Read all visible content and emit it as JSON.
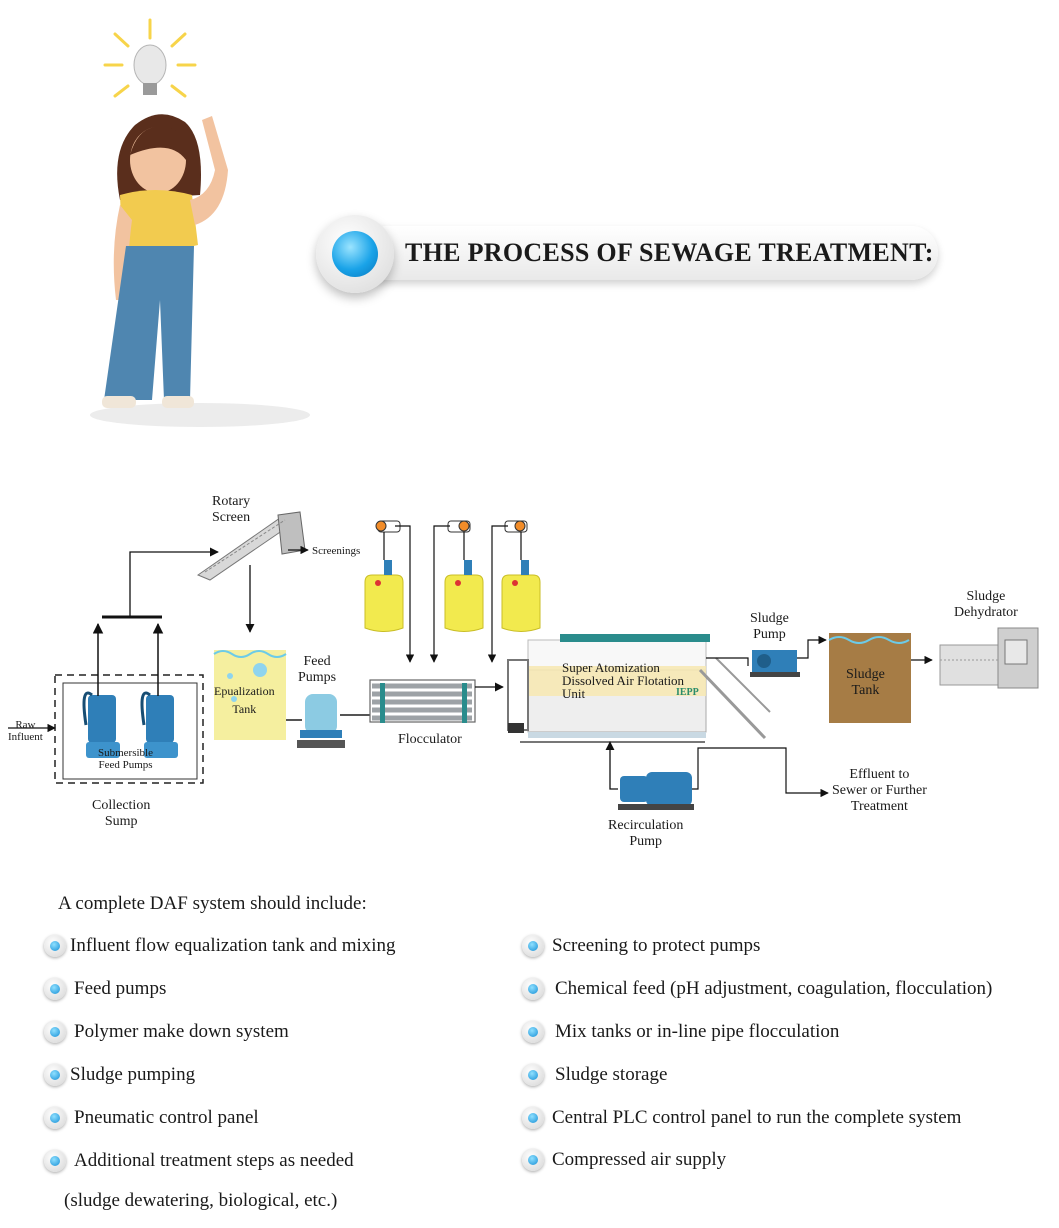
{
  "banner": {
    "title": "THE PROCESS OF SEWAGE TREATMENT:"
  },
  "diagram": {
    "raw_influent": [
      "Raw",
      "Influent"
    ],
    "submersible_feed_pumps": [
      "Submersible",
      "Feed Pumps"
    ],
    "collection_sump": [
      "Collection",
      "Sump"
    ],
    "rotary_screen": [
      "Rotary",
      "Screen"
    ],
    "screenings": "Screenings",
    "equalization_tank": [
      "Epualization",
      "Tank"
    ],
    "feed_pumps": [
      "Feed",
      "Pumps"
    ],
    "flocculator": "Flocculator",
    "daf_unit": [
      "Super Atomization",
      "Dissolved Air Flotation",
      "Unit"
    ],
    "brand": "IEPP",
    "sludge_pump": [
      "Sludge",
      "Pump"
    ],
    "sludge_tank": [
      "Sludge",
      "Tank"
    ],
    "sludge_dehydrator": [
      "Sludge",
      "Dehydrator"
    ],
    "recirculation_pump": [
      "Recirculation",
      "Pump"
    ],
    "effluent": [
      "Effluent to",
      "Sewer or Further",
      "Treatment"
    ]
  },
  "colors": {
    "accent_blue": "#1aa3e8",
    "tank_yellow": "#f5ef9f",
    "sludge_brown": "#a67c45",
    "pump_blue": "#2f7fb8"
  },
  "list": {
    "intro": "A complete DAF system should include:",
    "left": [
      "Influent flow equalization tank and mixing",
      "Feed pumps",
      "Polymer make down system",
      "Sludge pumping",
      "Pneumatic control panel",
      "Additional treatment steps as needed"
    ],
    "right": [
      "Screening to protect pumps",
      "Chemical feed (pH adjustment, coagulation, flocculation)",
      "Mix tanks or in-line pipe flocculation",
      "Sludge storage",
      "Central PLC control panel to run the complete system",
      "Compressed air supply"
    ],
    "note": "(sludge dewatering, biological, etc.)"
  }
}
